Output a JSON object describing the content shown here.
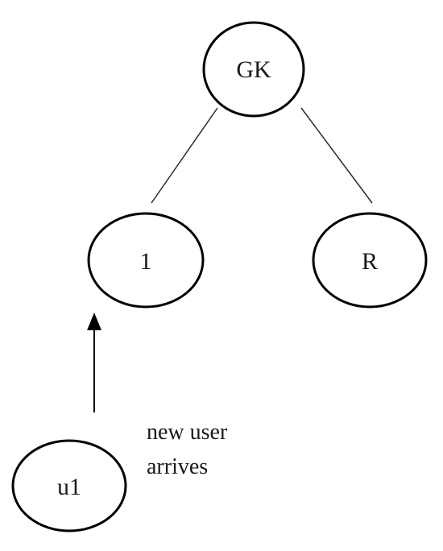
{
  "diagram": {
    "nodes": {
      "gk": {
        "label": "GK"
      },
      "one": {
        "label": "1"
      },
      "r": {
        "label": "R"
      },
      "u1": {
        "label": "u1"
      }
    },
    "caption": {
      "line1": "new user",
      "line2": "arrives"
    }
  }
}
